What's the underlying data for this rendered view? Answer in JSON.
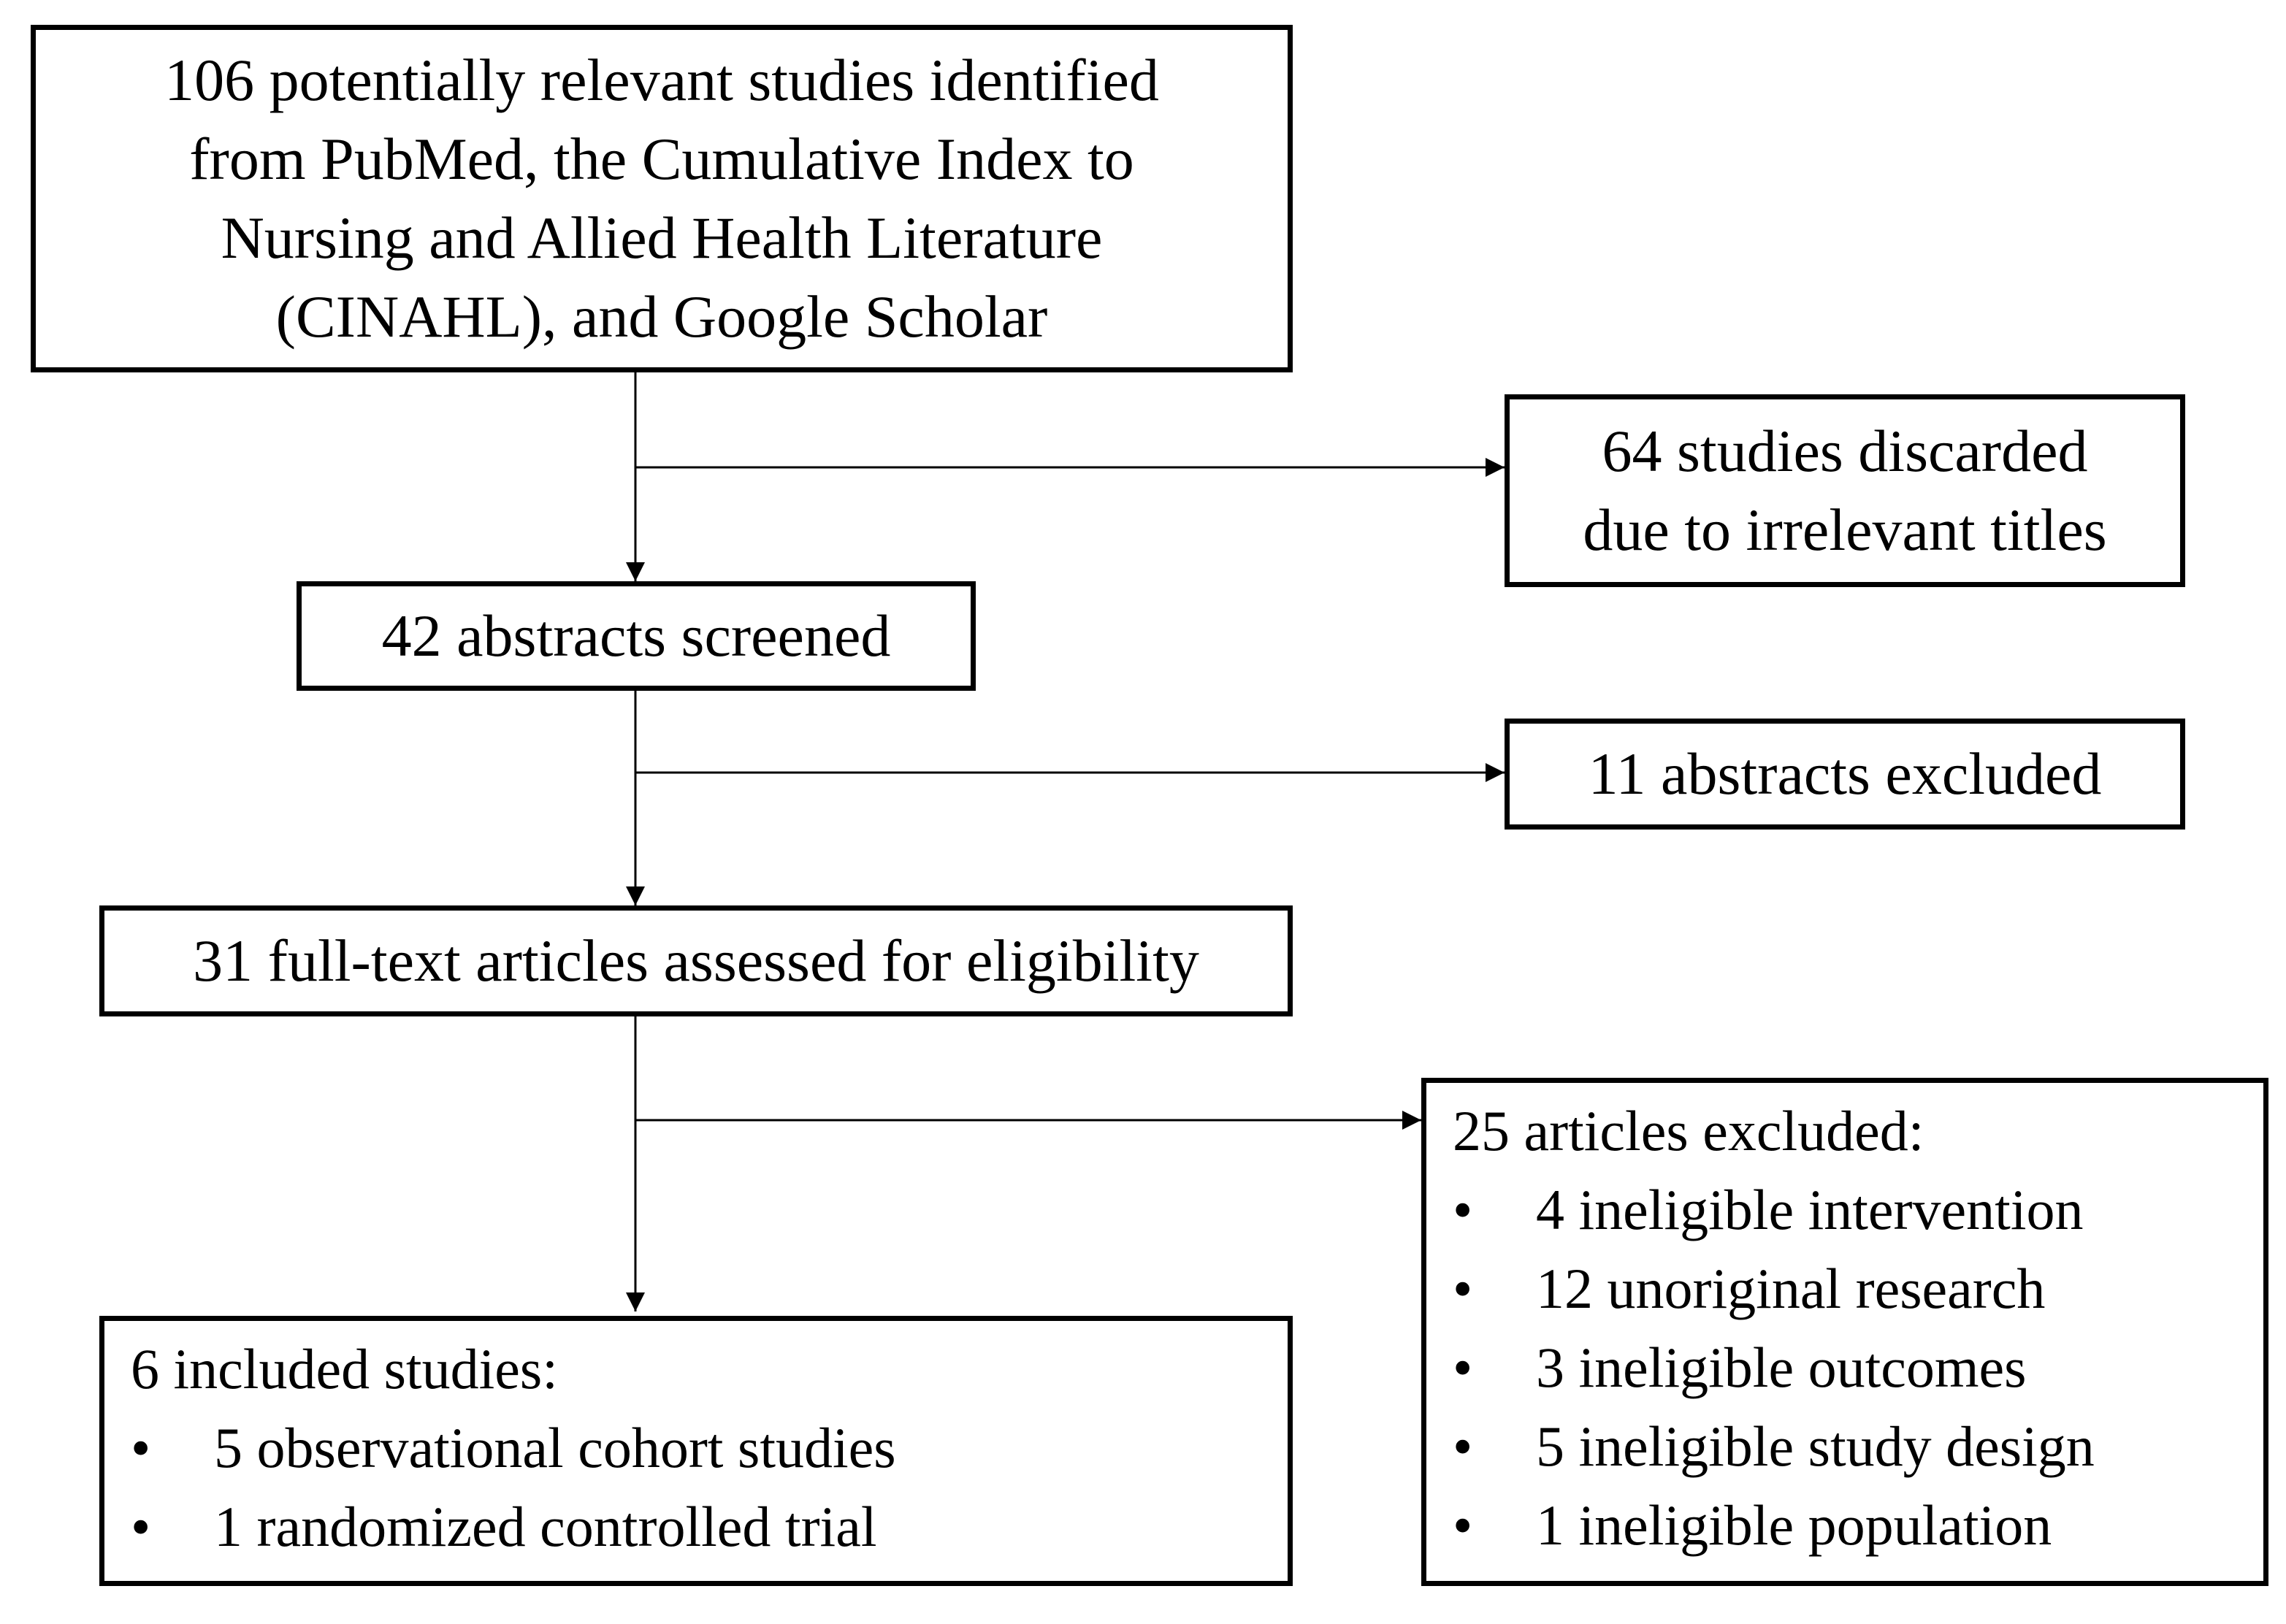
{
  "nodes": {
    "identified": {
      "lines": [
        "106 potentially relevant studies identified",
        "from PubMed, the Cumulative Index to",
        "Nursing and Allied Health Literature",
        "(CINAHL), and Google Scholar"
      ]
    },
    "discarded": {
      "lines": [
        "64 studies discarded",
        "due to irrelevant titles"
      ]
    },
    "screened": {
      "label": "42 abstracts screened"
    },
    "abstracts_excluded": {
      "label": "11 abstracts excluded"
    },
    "full_text": {
      "label": "31 full-text articles assessed for eligibility"
    },
    "articles_excluded": {
      "heading": "25 articles excluded:",
      "items": [
        "4 ineligible intervention",
        "12 unoriginal research",
        "3 ineligible outcomes",
        "5 ineligible study design",
        "1 ineligible population"
      ]
    },
    "included": {
      "heading": "6 included studies:",
      "items": [
        "5 observational cohort studies",
        "1 randomized controlled trial"
      ]
    }
  },
  "bullet_glyph": "•",
  "colors": {
    "line": "#000000",
    "background": "#ffffff"
  }
}
